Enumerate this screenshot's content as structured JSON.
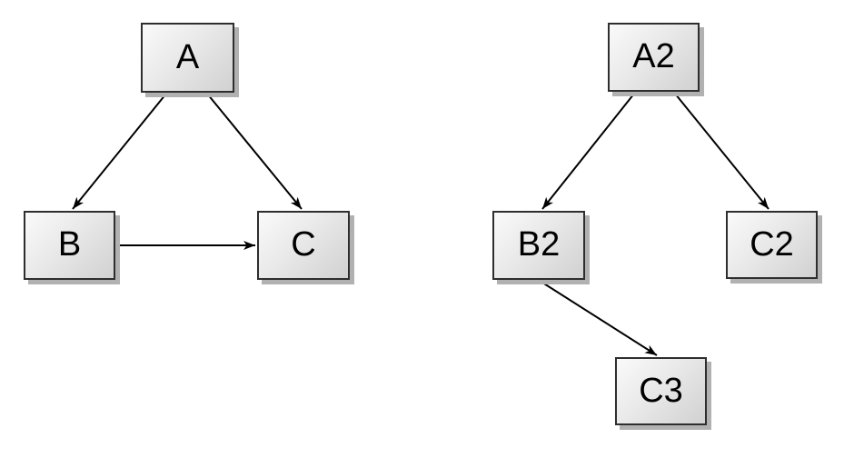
{
  "diagram": {
    "type": "directed-graph",
    "background_color": "#ffffff",
    "node_style": {
      "fill_gradient_start": "#fafafa",
      "fill_gradient_end": "#d1d1d1",
      "border_color": "#2e2e2e",
      "shadow_color": "#b1b1b1",
      "text_color": "#000000"
    },
    "edge_color": "#000000",
    "nodes": [
      {
        "id": "A",
        "label": "A"
      },
      {
        "id": "B",
        "label": "B"
      },
      {
        "id": "C",
        "label": "C"
      },
      {
        "id": "A2",
        "label": "A2"
      },
      {
        "id": "B2",
        "label": "B2"
      },
      {
        "id": "C2",
        "label": "C2"
      },
      {
        "id": "C3",
        "label": "C3"
      }
    ],
    "edges": [
      {
        "from": "A",
        "to": "B"
      },
      {
        "from": "A",
        "to": "C"
      },
      {
        "from": "B",
        "to": "C"
      },
      {
        "from": "A2",
        "to": "B2"
      },
      {
        "from": "A2",
        "to": "C2"
      },
      {
        "from": "B2",
        "to": "C3"
      }
    ],
    "graphs": [
      {
        "name": "left-graph",
        "node_ids": [
          "A",
          "B",
          "C"
        ]
      },
      {
        "name": "right-graph",
        "node_ids": [
          "A2",
          "B2",
          "C2",
          "C3"
        ]
      }
    ]
  }
}
